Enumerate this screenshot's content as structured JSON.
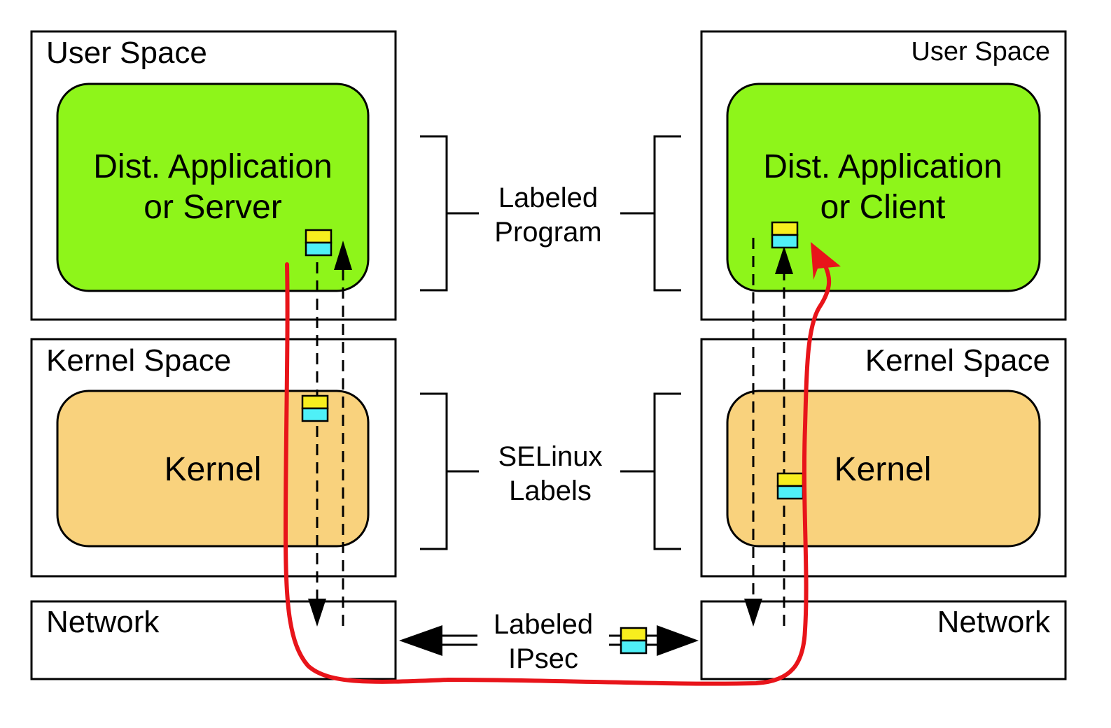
{
  "left": {
    "user_space_label": "User Space",
    "app_line1": "Dist. Application",
    "app_line2": "or Server",
    "kernel_space_label": "Kernel Space",
    "kernel_label": "Kernel",
    "network_label": "Network"
  },
  "right": {
    "user_space_label": "User Space",
    "app_line1": "Dist. Application",
    "app_line2": "or Client",
    "kernel_space_label": "Kernel Space",
    "kernel_label": "Kernel",
    "network_label": "Network"
  },
  "middle": {
    "labeled_program_line1": "Labeled",
    "labeled_program_line2": "Program",
    "selinux_line1": "SELinux",
    "selinux_line2": "Labels",
    "ipsec_line1": "Labeled",
    "ipsec_line2": "IPsec"
  },
  "colors": {
    "app_fill": "#8ef51a",
    "kernel_fill": "#f9d27d",
    "label_top": "#f7ee1e",
    "label_bottom": "#4ff0f7",
    "flow": "#e8141a"
  }
}
